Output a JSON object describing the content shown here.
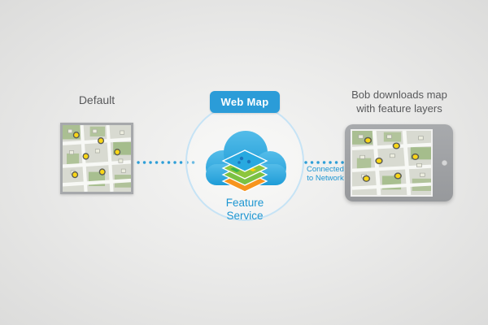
{
  "left": {
    "label": "Default"
  },
  "center": {
    "badge_label": "Web Map",
    "caption_line1": "Feature",
    "caption_line2": "Service"
  },
  "connector": {
    "label_line1": "Connected",
    "label_line2": "to Network"
  },
  "right": {
    "caption_line1": "Bob downloads map",
    "caption_line2": "with feature layers"
  },
  "icons": {
    "cloud": "cloud-icon",
    "layers": "gis-layers-icon",
    "map": "map-thumbnail",
    "tablet": "tablet-device-icon",
    "camera": "camera-dot-icon",
    "markers": "yellow-point-marker-icon"
  },
  "colors": {
    "accent_blue": "#2d9ed7",
    "cloud_blue": "#2aa7e0",
    "text_blue": "#1e96d2",
    "text_gray": "#58595b",
    "badge_blue": "#2b9cd8",
    "background_gray": "#e6e6e5",
    "tablet_gray": "#9d9fa2"
  }
}
